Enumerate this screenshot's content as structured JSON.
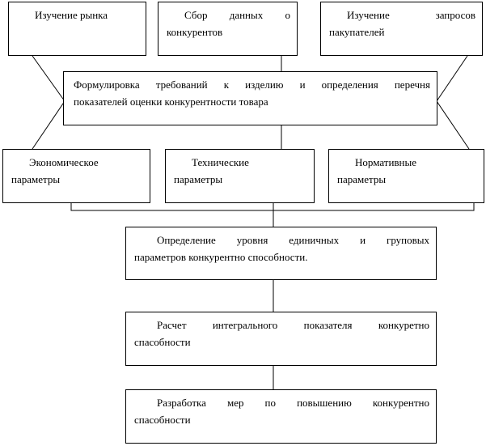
{
  "top": {
    "market": "Изучение рынка",
    "competitors_line1": "Сбор данных о",
    "competitors_line2": "конкурентов",
    "buyers_line1": "Изучение запросов",
    "buyers_line2": "пакупателей"
  },
  "requirements": {
    "line1": "Формулировка требований к изделию и определения перечня",
    "line2": "показателей оценки конкурентности товара"
  },
  "params": {
    "economic_line1": "Экономическое",
    "economic_line2": "параметры",
    "technical_line1": "Технические",
    "technical_line2": "параметры",
    "normative_line1": "Нормативные",
    "normative_line2": "параметры"
  },
  "level": {
    "line1": "Определение уровня единичных и груповых",
    "line2": "параметров конкурентно способности."
  },
  "integral": {
    "line1": "Расчет интегрального показателя конкуретно",
    "line2": "спасобности"
  },
  "measures": {
    "line1": "Разработка мер по повышению конкурентно",
    "line2": "спасобности"
  }
}
